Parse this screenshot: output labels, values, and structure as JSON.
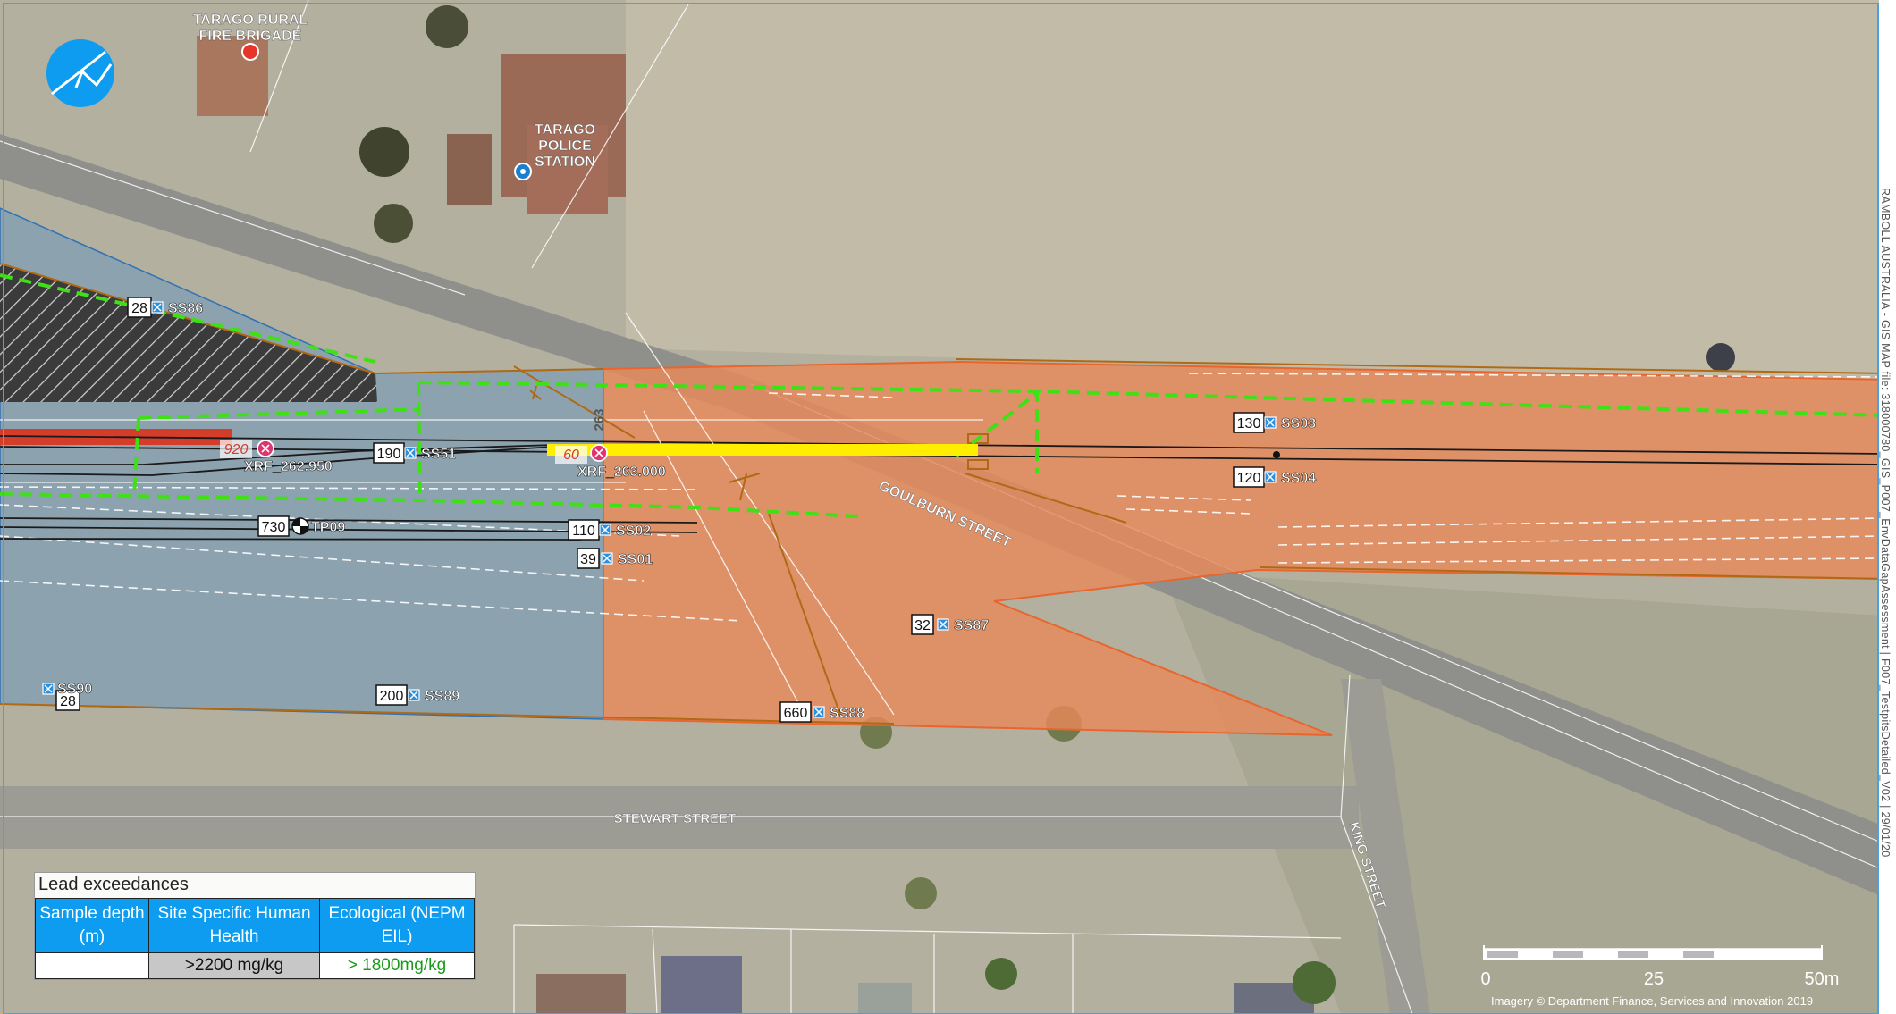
{
  "buildings": {
    "fire": {
      "line1": "TARAGO RURAL",
      "line2": "FIRE BRIGADE"
    },
    "police": {
      "line1": "TARAGO",
      "line2": "POLICE",
      "line3": "STATION"
    }
  },
  "streets": {
    "goulburn": "GOULBURN STREET",
    "stewart": "STEWART STREET",
    "king": "KING STREET"
  },
  "chainage": "263",
  "samples": [
    {
      "id": "SS86",
      "value": "28"
    },
    {
      "id": "SS51",
      "value": "190"
    },
    {
      "id": "TP09",
      "value": "730"
    },
    {
      "id": "SS02",
      "value": "110"
    },
    {
      "id": "SS01",
      "value": "39"
    },
    {
      "id": "SS03",
      "value": "130"
    },
    {
      "id": "SS04",
      "value": "120"
    },
    {
      "id": "SS87",
      "value": "32"
    },
    {
      "id": "SS88",
      "value": "660"
    },
    {
      "id": "SS89",
      "value": "200"
    },
    {
      "id": "SS90",
      "value": "28"
    }
  ],
  "xrf": [
    {
      "id": "XRF_262.950",
      "value": "920"
    },
    {
      "id": "XRF_263.000",
      "value": "60"
    }
  ],
  "legend": {
    "title": "Lead exceedances",
    "col1": "Sample depth (m)",
    "col2": "Site Specific Human Health",
    "col3": "Ecological (NEPM EIL)",
    "row_col2": ">2200 mg/kg",
    "row_col3": "> 1800mg/kg"
  },
  "scale": {
    "label0": "0",
    "label1": "25",
    "label2": "50m"
  },
  "credit": "Imagery © Department Finance, Services and Innovation 2019",
  "side_text": "RAMBOLL AUSTRALIA - GIS MAP file: 318000780_GIS_P007_EnvDataGapAssessment | F007_TestpitsDetailed_V02 | 29/01/20",
  "colors": {
    "zone_orange": "#e8895a",
    "zone_blue": "#7d9db4",
    "eco_dash": "#3fe016",
    "hh_fill": "#c7c7c7",
    "eco_text": "#1a9a1a",
    "header_blue": "#0d9cef",
    "track_yellow": "#ffee00",
    "xrf_red": "#d33d2a"
  }
}
